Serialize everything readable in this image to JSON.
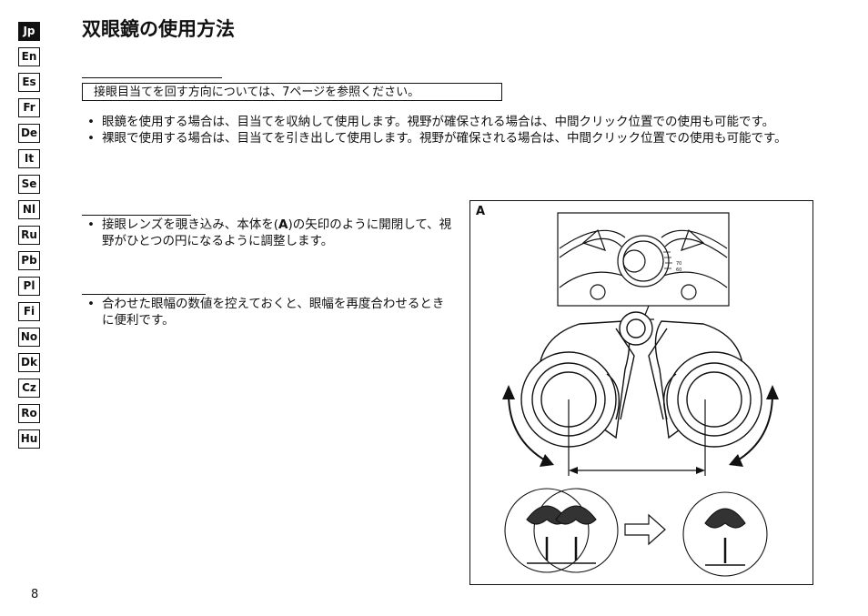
{
  "language_tabs": [
    {
      "label": "Jp",
      "active": true
    },
    {
      "label": "En",
      "active": false
    },
    {
      "label": "Es",
      "active": false
    },
    {
      "label": "Fr",
      "active": false
    },
    {
      "label": "De",
      "active": false
    },
    {
      "label": "It",
      "active": false
    },
    {
      "label": "Se",
      "active": false
    },
    {
      "label": "Nl",
      "active": false
    },
    {
      "label": "Ru",
      "active": false
    },
    {
      "label": "Pb",
      "active": false
    },
    {
      "label": "Pl",
      "active": false
    },
    {
      "label": "Fi",
      "active": false
    },
    {
      "label": "No",
      "active": false
    },
    {
      "label": "Dk",
      "active": false
    },
    {
      "label": "Cz",
      "active": false
    },
    {
      "label": "Ro",
      "active": false
    },
    {
      "label": "Hu",
      "active": false
    }
  ],
  "title": "双眼鏡の使用方法",
  "note": "接眼目当てを回す方向については、7ページを参照ください。",
  "section1": {
    "bullets": [
      "眼鏡を使用する場合は、目当てを収納して使用します。視野が確保される場合は、中間クリック位置での使用も可能です。",
      "裸眼で使用する場合は、目当てを引き出して使用します。視野が確保される場合は、中間クリック位置での使用も可能です。"
    ]
  },
  "section2": {
    "bullet_before": "接眼レンズを覗き込み、本体を(",
    "bullet_bold": "A",
    "bullet_after": ")の矢印のように開閉して、視野がひとつの円になるように調整します。"
  },
  "section3": {
    "bullet": "合わせた眼幅の数値を控えておくと、眼幅を再度合わせるときに便利です。"
  },
  "figure": {
    "label": "A",
    "scale_values": [
      "70",
      "60"
    ]
  },
  "page_number": "8"
}
